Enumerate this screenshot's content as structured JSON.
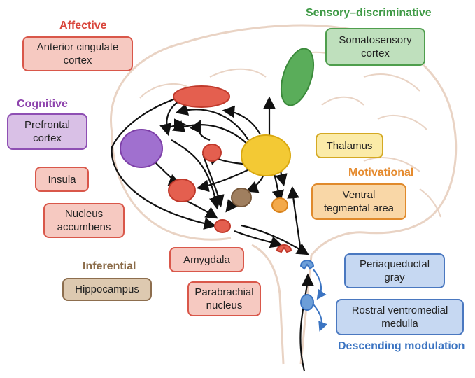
{
  "colors": {
    "affective": "#d9453b",
    "cognitive": "#8e44ad",
    "sensory": "#3f9a46",
    "motivational": "#e58a2d",
    "inferential": "#8a6a47",
    "descending": "#3b74c2",
    "brain_outline": "#e9d3c4",
    "arrow": "#111111"
  },
  "icons": [
    "brain-outline",
    "pathway-arrows",
    "region-ellipses"
  ],
  "headings": {
    "affective": "Affective",
    "cognitive": "Cognitive",
    "sensory": "Sensory–discriminative",
    "motivational": "Motivational",
    "inferential": "Inferential",
    "descending": "Descending modulation"
  },
  "labels": {
    "acc": "Anterior cingulate\ncortex",
    "pfc": "Prefrontal\ncortex",
    "insula": "Insula",
    "nac": "Nucleus\naccumbens",
    "hippocampus": "Hippocampus",
    "amygdala": "Amygdala",
    "parabrachial": "Parabrachial\nnucleus",
    "somatosensory": "Somatosensory\ncortex",
    "thalamus": "Thalamus",
    "vta": "Ventral\ntegmental area",
    "pag": "Periaqueductal\ngray",
    "rvm": "Rostral ventromedial\nmedulla"
  }
}
